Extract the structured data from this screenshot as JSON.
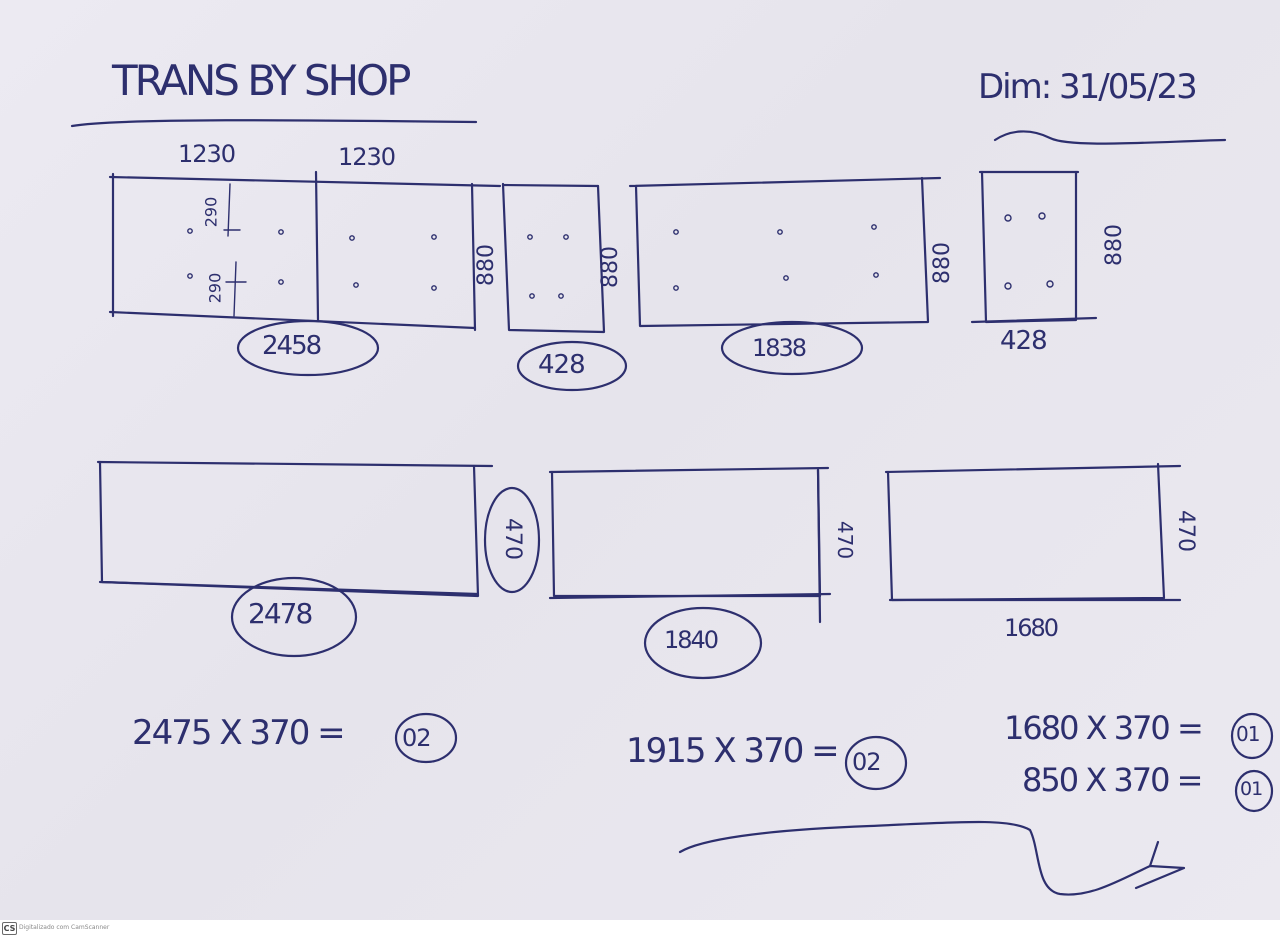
{
  "header": {
    "title": "TRANS BY SHOP",
    "date": "Dim: 31/05/23"
  },
  "row1": {
    "panel_a": {
      "widths": [
        "1230",
        "1230"
      ],
      "spacings": [
        "290",
        "290"
      ],
      "height": "880",
      "total": "2458"
    },
    "panel_b": {
      "height": "880",
      "total": "428"
    },
    "panel_c": {
      "height": "880",
      "total": "1838"
    },
    "panel_d": {
      "height": "880",
      "total": "428"
    }
  },
  "row2": {
    "panel_a": {
      "height": "470",
      "total": "2478"
    },
    "panel_b": {
      "height": "470",
      "total": "1840"
    },
    "panel_c": {
      "height": "470",
      "total": "1680"
    }
  },
  "summary": {
    "left": {
      "dims": "2475 X 370 =",
      "qty": "02"
    },
    "middle": {
      "dims": "1915 X 370 =",
      "qty": "02"
    },
    "right": [
      {
        "dims": "1680 X 370 =",
        "qty": "01"
      },
      {
        "dims": "850 X 370 =",
        "qty": "01"
      }
    ]
  },
  "footer": {
    "logo": "CS",
    "scanner_text": "Digitalizado com CamScanner"
  }
}
